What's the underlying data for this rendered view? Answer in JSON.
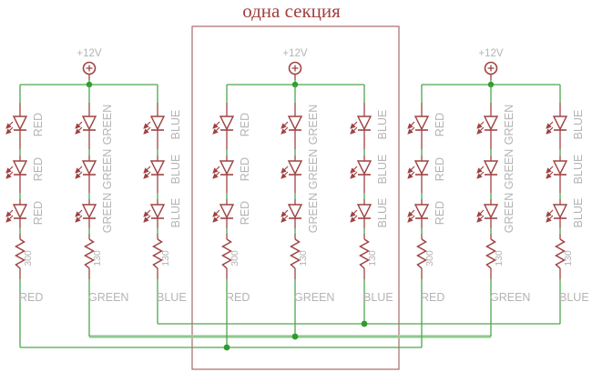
{
  "title": "одна секция",
  "power_label": "+12V",
  "colors": {
    "component": "#9e4343",
    "box": "#a86a6a",
    "title": "#a33f3f",
    "wire": "#4fa64f",
    "wire_highlight": "#acd6ac",
    "wire_highlight_core": "#74bb74",
    "junction": "#2f9b2f",
    "label": "#b4b4b4"
  },
  "sections": [
    {
      "name": "section-1",
      "columns": [
        {
          "color_label": "RED",
          "led_count": 3,
          "resistor_value": "300",
          "bottom_label": "RED"
        },
        {
          "color_label": "GREEN",
          "led_count": 3,
          "resistor_value": "130",
          "bottom_label": "GREEN"
        },
        {
          "color_label": "BLUE",
          "led_count": 3,
          "resistor_value": "130",
          "bottom_label": "BLUE"
        }
      ]
    },
    {
      "name": "section-2",
      "columns": [
        {
          "color_label": "RED",
          "led_count": 3,
          "resistor_value": "300",
          "bottom_label": "RED"
        },
        {
          "color_label": "GREEN",
          "led_count": 3,
          "resistor_value": "130",
          "bottom_label": "GREEN"
        },
        {
          "color_label": "BLUE",
          "led_count": 3,
          "resistor_value": "130",
          "bottom_label": "BLUE"
        }
      ]
    },
    {
      "name": "section-3",
      "columns": [
        {
          "color_label": "RED",
          "led_count": 3,
          "resistor_value": "300",
          "bottom_label": "RED"
        },
        {
          "color_label": "GREEN",
          "led_count": 3,
          "resistor_value": "130",
          "bottom_label": "GREEN"
        },
        {
          "color_label": "BLUE",
          "led_count": 3,
          "resistor_value": "130",
          "bottom_label": "BLUE"
        }
      ]
    }
  ]
}
